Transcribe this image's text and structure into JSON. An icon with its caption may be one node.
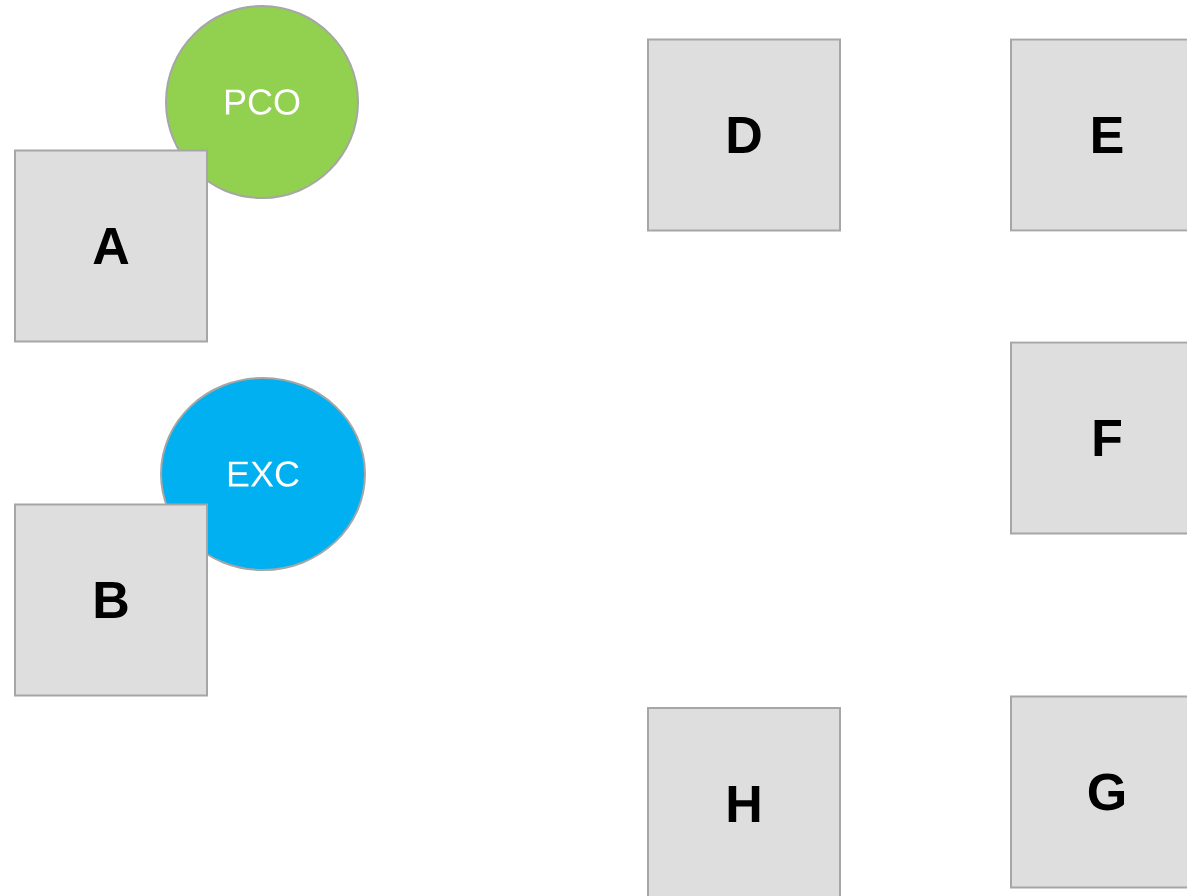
{
  "diagram": {
    "nodes": [
      {
        "text": [
          "PCO"
        ]
      },
      {
        "text": [
          "A"
        ]
      },
      {
        "text": [
          "EXC"
        ]
      },
      {
        "text": [
          "B"
        ]
      },
      {
        "text": [
          "D"
        ]
      },
      {
        "text": [
          "E"
        ]
      },
      {
        "text": [
          "F"
        ]
      },
      {
        "text": [
          "H"
        ]
      },
      {
        "text": [
          "G"
        ]
      }
    ]
  }
}
